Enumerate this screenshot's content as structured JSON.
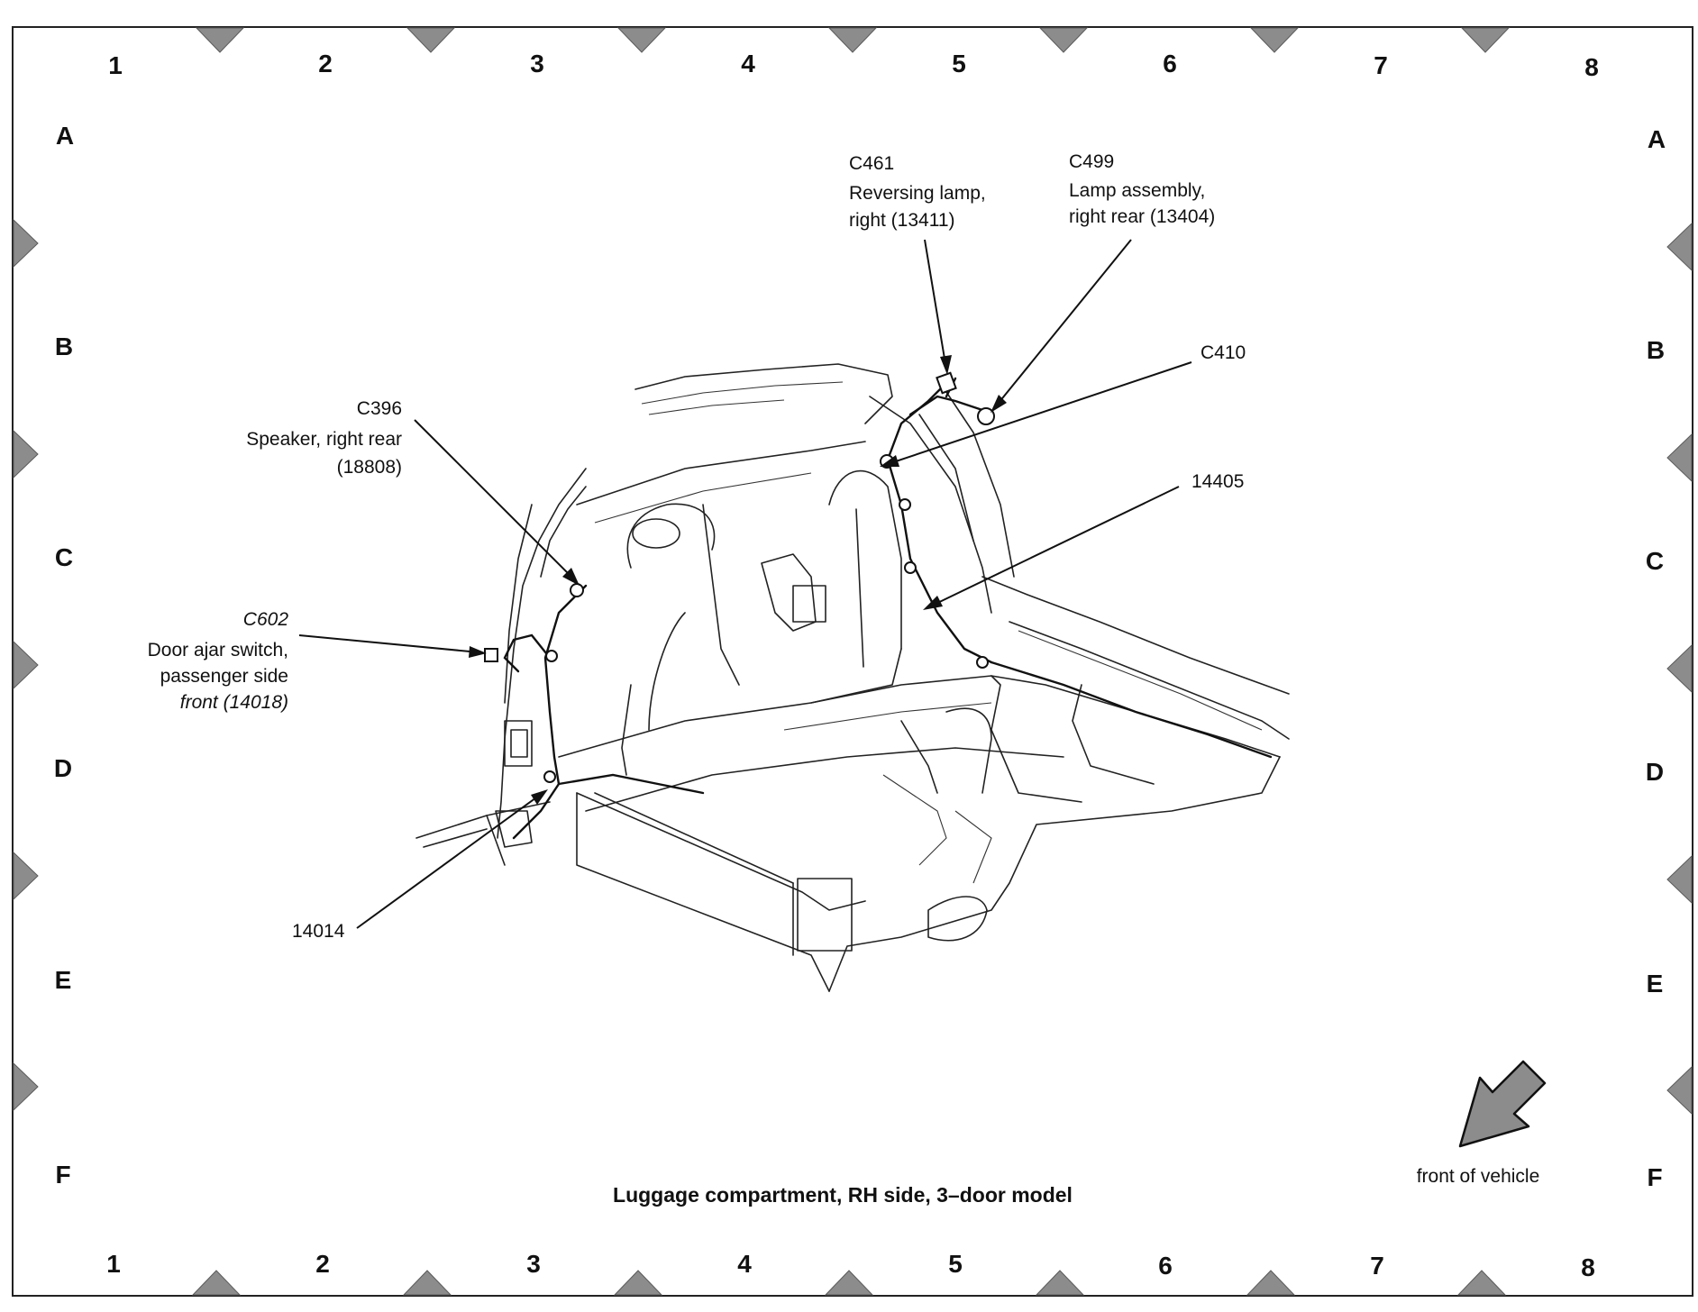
{
  "grid": {
    "columns": [
      "1",
      "2",
      "3",
      "4",
      "5",
      "6",
      "7",
      "8"
    ],
    "rows": [
      "A",
      "B",
      "C",
      "D",
      "E",
      "F"
    ]
  },
  "callouts": {
    "c461": {
      "code": "C461",
      "desc_1": "Reversing lamp,",
      "desc_2": "right (13411)"
    },
    "c499": {
      "code": "C499",
      "desc_1": "Lamp assembly,",
      "desc_2": "right rear (13404)"
    },
    "c410": {
      "code": "C410"
    },
    "c396": {
      "code": "C396",
      "desc_1": "Speaker, right rear",
      "desc_2": "(18808)"
    },
    "p14405": {
      "code": "14405"
    },
    "c602": {
      "code": "C602",
      "desc_1": "Door ajar switch,",
      "desc_2": "passenger side",
      "desc_3": "front (14018)"
    },
    "p14014": {
      "code": "14014"
    }
  },
  "caption": "Luggage compartment, RH side, 3–door model",
  "orientation": {
    "label": "front of vehicle",
    "icon": "arrow-down-left-icon"
  },
  "colors": {
    "marker": "#8c8c8c",
    "line": "#111111",
    "background": "#ffffff"
  }
}
